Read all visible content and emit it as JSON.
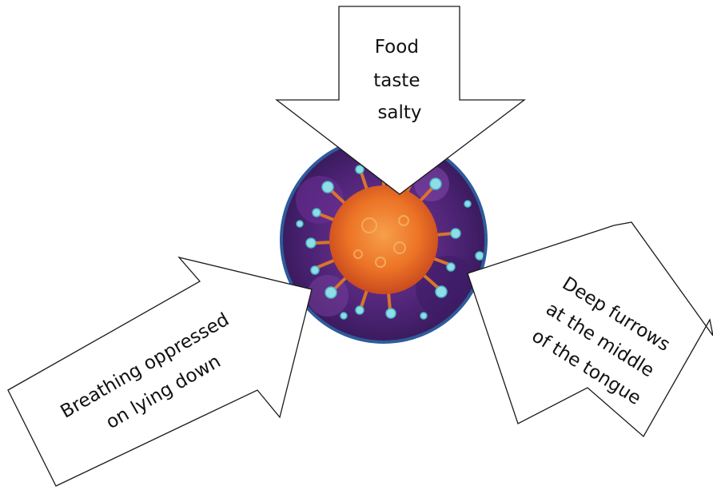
{
  "arrows": {
    "top": {
      "lines": [
        "Food",
        "taste",
        "salty"
      ]
    },
    "left": {
      "lines": [
        "Breathing oppressed",
        "on lying down"
      ]
    },
    "right": {
      "lines": [
        "Deep furrows",
        "at the middle",
        "of the tongue"
      ]
    }
  },
  "virus": {
    "icon": "coronavirus-icon",
    "colors": {
      "background": "#5a2a84",
      "rim": "#2e5b9a",
      "core": "#f0782a",
      "spikes": "#7fd3df"
    }
  }
}
